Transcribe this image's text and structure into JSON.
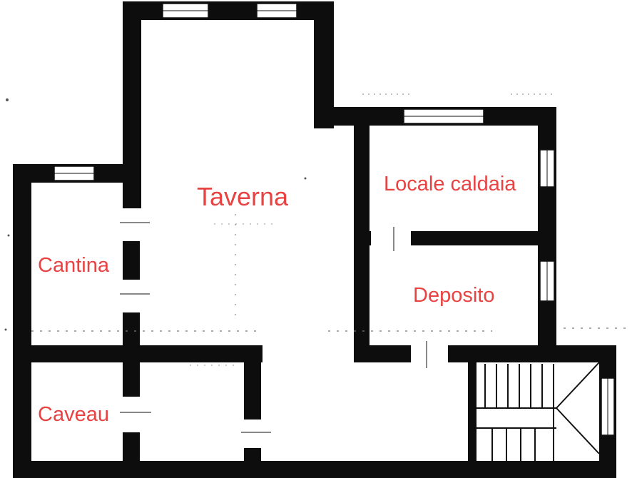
{
  "floor_plan": {
    "rooms": {
      "taverna": "Taverna",
      "locale_caldaia": "Locale caldaia",
      "cantina": "Cantina",
      "deposito": "Deposito",
      "caveau": "Caveau"
    },
    "colors": {
      "wall": "#0d0d0d",
      "label": "#e84343",
      "background": "#ffffff"
    }
  }
}
